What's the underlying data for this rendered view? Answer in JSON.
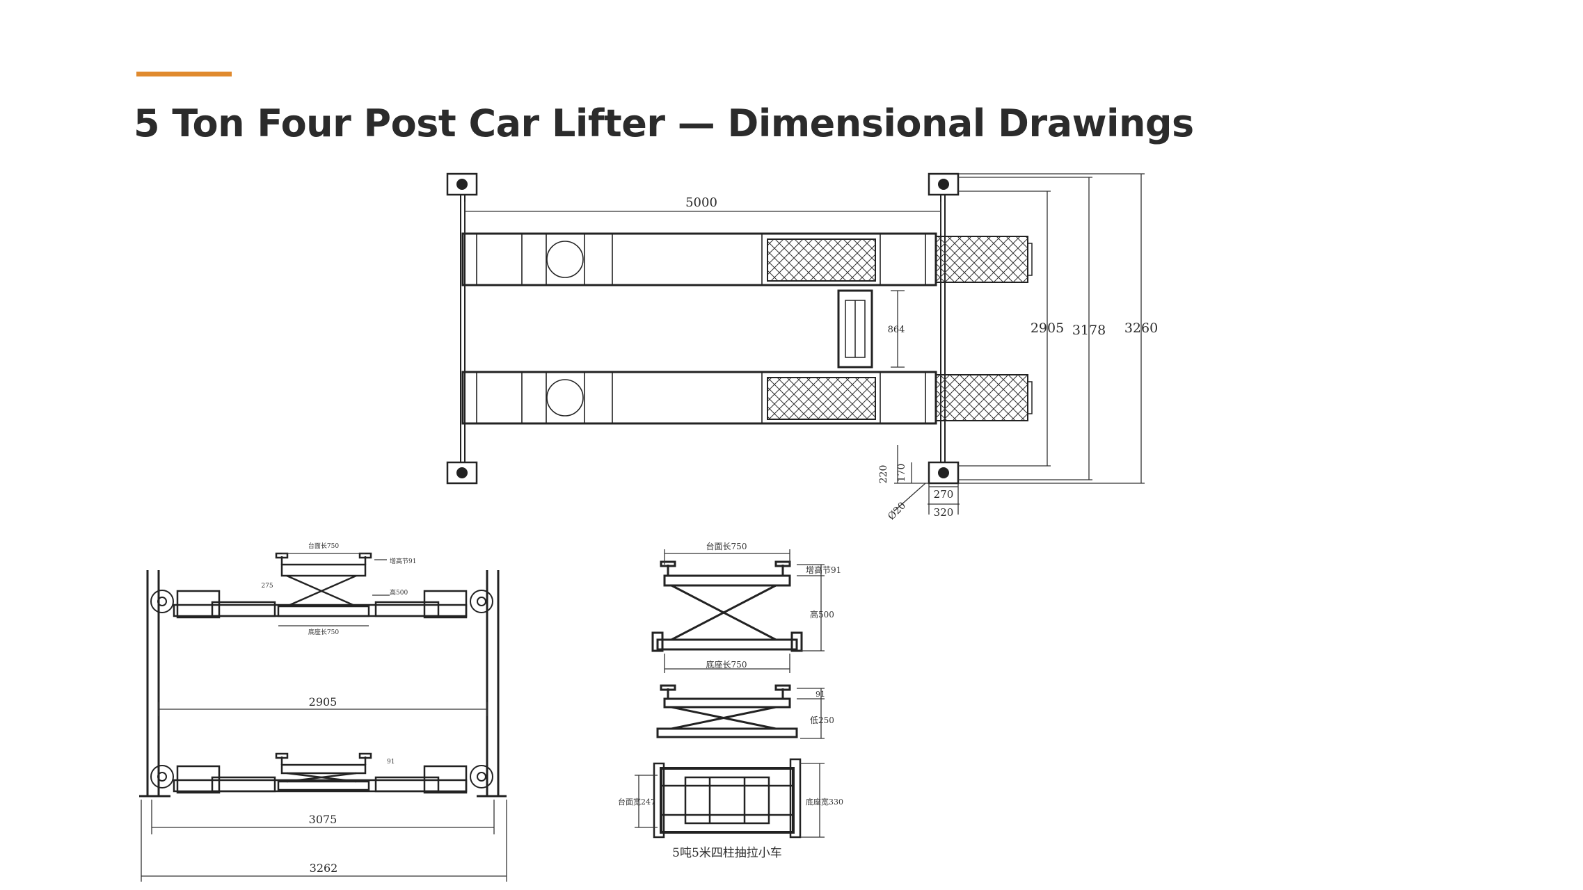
{
  "header": {
    "title": "5 Ton Four Post Car Lifter — Dimensional Drawings",
    "accent_color": "#E08A2E"
  },
  "top_view": {
    "length": "5000",
    "runway_gap": "864",
    "width_inner": "2905",
    "width_mid": "3178",
    "width_outer": "3260",
    "base_h1": "220",
    "base_h2": "170",
    "base_w1": "270",
    "base_w2": "320",
    "hole": "Ø20"
  },
  "front_view": {
    "inner_width": "2905",
    "outer_width": "3075",
    "overall_width": "3262",
    "small_top": "台面长750",
    "small_extend": "增高节91",
    "small_275": "275",
    "small_height": "高500",
    "small_base": "底座长750",
    "small_91": "91"
  },
  "jack_detail": {
    "table_length": "台面长750",
    "extension": "增高节91",
    "height": "高500",
    "base_length": "底座长750",
    "ext_small": "91",
    "low_height": "低250",
    "table_width": "台面宽247",
    "base_width": "底座宽330",
    "caption": "5吨5米四柱抽拉小车"
  }
}
